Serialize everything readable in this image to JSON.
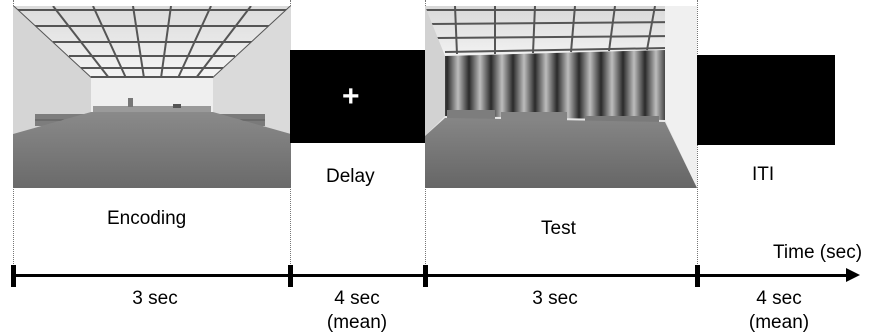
{
  "phases": {
    "encoding": "Encoding",
    "delay": "Delay",
    "test": "Test",
    "iti": "ITI"
  },
  "fixation_symbol": "+",
  "axis_label": "Time (sec)",
  "durations": {
    "encoding": "3 sec",
    "delay_line1": "4 sec",
    "delay_line2": "(mean)",
    "test": "3 sec",
    "iti_line1": "4 sec",
    "iti_line2": "(mean)"
  }
}
